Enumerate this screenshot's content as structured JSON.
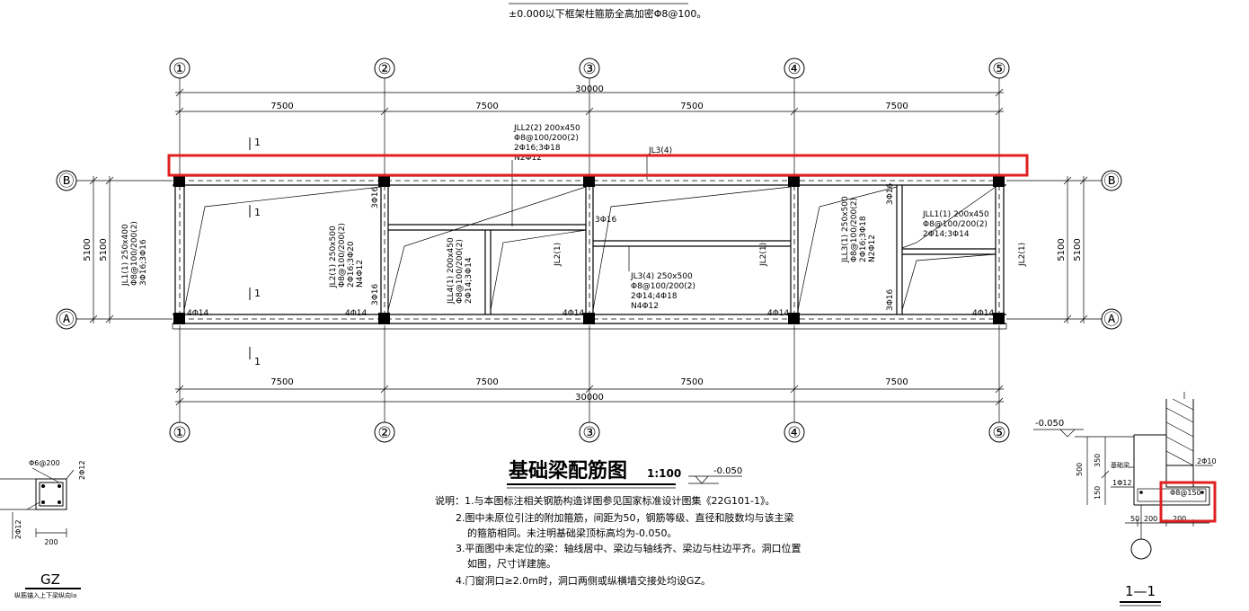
{
  "top_note": "±0.000以下框架柱箍筋全高加密Φ8@100。",
  "grid": {
    "columns": [
      "①",
      "②",
      "③",
      "④",
      "⑤"
    ],
    "rows": [
      "Ⓑ",
      "Ⓐ"
    ],
    "bay_dim": "7500",
    "total_dim": "30000",
    "row_dim": "5100"
  },
  "beams": {
    "jl1": [
      "JL1(1) 250x400",
      "Φ8@100/200(2)",
      "3Φ16;3Φ16"
    ],
    "jl2_left": [
      "JL2(1) 250x500",
      "Φ8@100/200(2)",
      "2Φ16;3Φ20",
      "N4Φ12"
    ],
    "jll2": [
      "JLL2(2) 200x450",
      "Φ8@100/200(2)",
      "2Φ16;3Φ18",
      "N2Φ12"
    ],
    "jl3_top": "JL3(4)",
    "jll4": [
      "JLL4(1) 200x450",
      "Φ8@100/200(2)",
      "2Φ14;3Φ14"
    ],
    "jl3_mid": [
      "JL3(4) 250x500",
      "Φ8@100/200(2)",
      "2Φ14;4Φ18",
      "N4Φ12"
    ],
    "jll3": [
      "JLL3(1) 250x500",
      "Φ8@100/200(2)",
      "2Φ16;3Φ18",
      "N2Φ12"
    ],
    "jll1": [
      "JLL1(1) 200x450",
      "Φ8@100/200(2)",
      "2Φ14;3Φ14"
    ],
    "jl2": "JL2(1)"
  },
  "rebar": {
    "r4_14": "4Φ14",
    "r3_16": "3Φ16"
  },
  "section_mark": "1",
  "title": {
    "main": "基础梁配筋图",
    "scale": "1:100",
    "level": "-0.050"
  },
  "notes": [
    "说明：1.与本图标注相关钢筋构造详图参见国家标准设计图集《22G101-1》。",
    "2.图中未原位引注的附加箍筋，间距为50，钢筋等级、直径和肢数均与该主梁",
    "的箍筋相同。未注明基础梁顶标高均为-0.050。",
    "3.平面图中未定位的梁：轴线居中、梁边与轴线齐、梁边与柱边平齐。洞口位置",
    "如图，尺寸详建施。",
    "4.门窗洞口≥2.0m时，洞口两侧或纵横墙交接处均设GZ。"
  ],
  "gz": {
    "stirrup": "Φ6@200",
    "bar_right": "2Φ12",
    "bar_left": "2Φ12",
    "width": "200",
    "name": "GZ",
    "sub": "纵筋锚入上下梁纵向la"
  },
  "section": {
    "level": "-0.050",
    "dim_500": "500",
    "dim_350": "350",
    "dim_150": "150",
    "beam_label": "基础梁",
    "bar_top": "2Φ10",
    "bar_left": "1Φ12",
    "stirrup": "Φ8@150",
    "dim_50": "50",
    "dim_200a": "200",
    "dim_200b": "200",
    "name": "1—1"
  }
}
